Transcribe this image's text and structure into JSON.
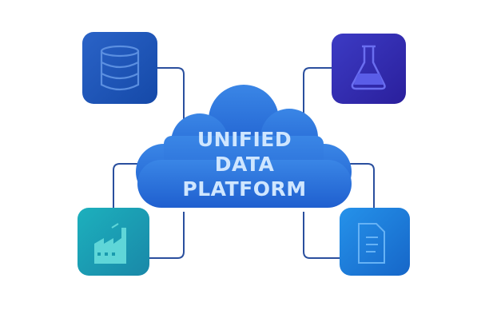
{
  "center": {
    "lines": [
      "UNIFIED",
      "DATA",
      "PLATFORM"
    ]
  },
  "nodes": [
    {
      "icon": "database-icon",
      "color": "#1f5fc8"
    },
    {
      "icon": "flask-icon",
      "color": "#3a2fb8"
    },
    {
      "icon": "factory-icon",
      "color": "#1aa6b8"
    },
    {
      "icon": "document-icon",
      "color": "#1e7ee0"
    }
  ],
  "colors": {
    "connector": "#2a4f9e",
    "cloud": "#2f7fe0",
    "text": "#cfe6ff"
  }
}
